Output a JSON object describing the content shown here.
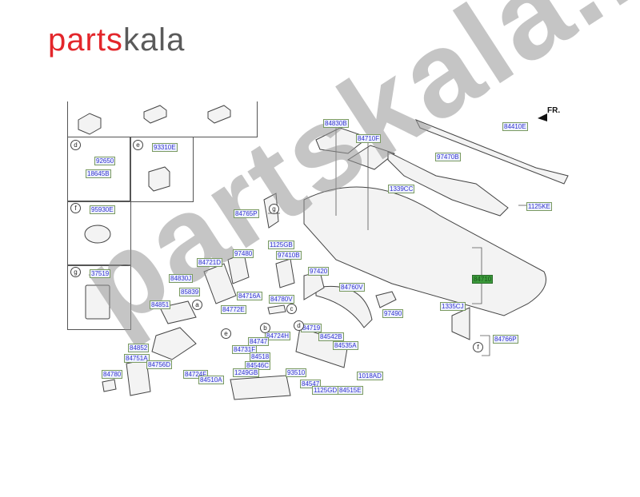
{
  "brand": {
    "part1": "parts",
    "part2": "kala"
  },
  "watermark": "partskala.ir",
  "direction_label": "FR.",
  "main_part": "84710",
  "inset_letters": [
    "d",
    "e",
    "f",
    "g"
  ],
  "inset_labels": {
    "d1": "92650",
    "d2": "18645B",
    "e1": "93310E",
    "f1": "95930E",
    "g1": "37519"
  },
  "labels": [
    "84830B",
    "84710F",
    "97470B",
    "84410E",
    "1339CC",
    "1125KE",
    "84765P",
    "1125GB",
    "97480",
    "97410B",
    "84721D",
    "84830J",
    "85839",
    "84851",
    "97420",
    "84716A",
    "84780V",
    "84760V",
    "97490",
    "1335CJ",
    "84772E",
    "84724H",
    "84747",
    "84731F",
    "84719",
    "84542B",
    "84535A",
    "84518",
    "84546C",
    "84852",
    "84751A",
    "84756D",
    "84724F",
    "84780",
    "84510A",
    "1249GB",
    "93510",
    "84547",
    "1125GD",
    "84515E",
    "1018AD",
    "84766P"
  ],
  "callouts": [
    "g",
    "a",
    "b",
    "c",
    "e",
    "d",
    "f"
  ]
}
